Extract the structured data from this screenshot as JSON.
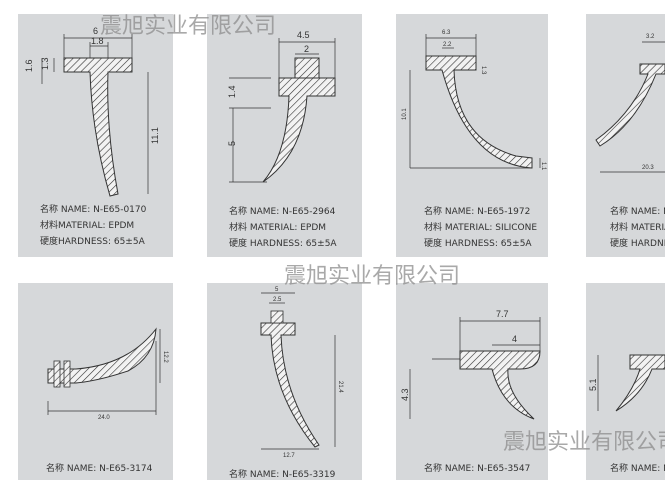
{
  "watermark": "震旭实业有限公司",
  "cards": [
    {
      "name": "名称 NAME: N-E65-0170",
      "material": "材料MATERIAL: EPDM",
      "hardness": "硬度HARDNESS: 65±5A",
      "dims": [
        "6",
        "1.8",
        "1.6",
        "1.3",
        "11.1"
      ]
    },
    {
      "name": "名称 NAME: N-E65-2964",
      "material": "材料 MATERIAL: EPDM",
      "hardness": "硬度 HARDNESS: 65±5A",
      "dims": [
        "4.5",
        "2",
        "1.4",
        "5"
      ]
    },
    {
      "name": "名称 NAME: N-E65-1972",
      "material": "材料 MATERIAL: SILICONE",
      "hardness": "硬度 HARDNESS: 65±5A",
      "dims": [
        "6.3",
        "2.2",
        "1.3",
        "10.1",
        "1.1"
      ]
    },
    {
      "name": "名称 NAME: N",
      "material": "材料 MATERIAL",
      "hardness": "硬度 HARDNESS",
      "dims": [
        "3.2",
        "20.3"
      ]
    },
    {
      "name": "名称 NAME: N-E65-3174",
      "dims": [
        "24.0",
        "12.2"
      ]
    },
    {
      "name": "名称 NAME: N-E65-3319",
      "dims": [
        "5",
        "2.5",
        "21.4",
        "12.7"
      ]
    },
    {
      "name": "名称 NAME: N-E65-3547",
      "dims": [
        "7.7",
        "4",
        "4.3"
      ]
    },
    {
      "name": "名称 NAME: N",
      "dims": [
        "5.1"
      ]
    }
  ]
}
